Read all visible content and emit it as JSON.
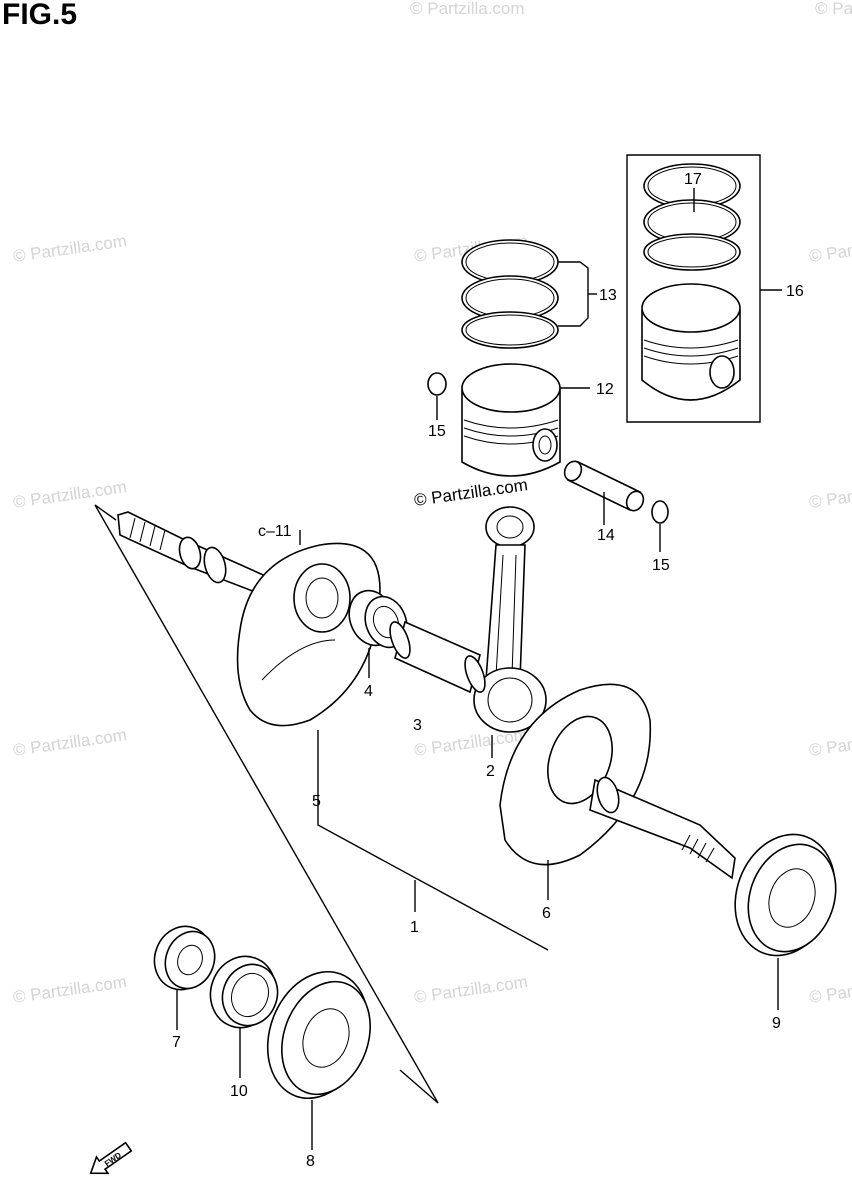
{
  "figure": {
    "title": "FIG.5"
  },
  "watermark": {
    "text": "© Partzilla.com",
    "main_text": "© Partzilla.com"
  },
  "labels": {
    "p1": "1",
    "p2": "2",
    "p3": "3",
    "p4": "4",
    "p5": "5",
    "p6": "6",
    "p7": "7",
    "p8": "8",
    "p9": "9",
    "p10": "10",
    "p11": "c–11",
    "p12": "12",
    "p13": "13",
    "p14": "14",
    "p15a": "15",
    "p15b": "15",
    "p16": "16",
    "p17": "17"
  },
  "direction_marker": {
    "icon": "forward-arrow-icon",
    "text": "FWD"
  }
}
